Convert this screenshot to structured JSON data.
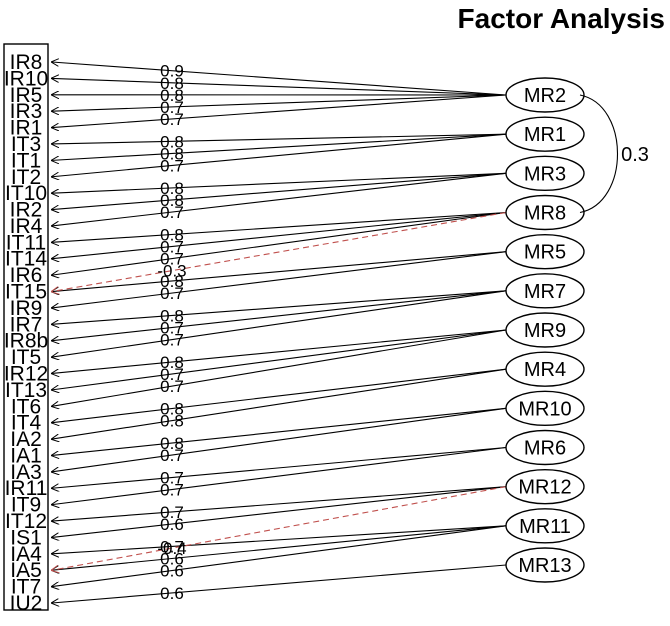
{
  "diagram": {
    "title": "Factor Analysis",
    "variables": [
      "IR8",
      "IR10",
      "IR5",
      "IR3",
      "IR1",
      "IT3",
      "IT1",
      "IT2",
      "IT10",
      "IR2",
      "IR4",
      "IT11",
      "IT14",
      "IR6",
      "IT15",
      "IR9",
      "IR7",
      "IR8b",
      "IT5",
      "IR12",
      "IT13",
      "IT6",
      "IT4",
      "IA2",
      "IA1",
      "IA3",
      "IR11",
      "IT9",
      "IT12",
      "IS1",
      "IA4",
      "IA5",
      "IT7",
      "IU2"
    ],
    "factors": [
      {
        "name": "MR2",
        "vars": [
          0,
          1,
          2,
          3,
          4
        ],
        "loadings": [
          "0.9",
          "0.8",
          "0.8",
          "0.7",
          "0.7"
        ]
      },
      {
        "name": "MR1",
        "vars": [
          5,
          6,
          7
        ],
        "loadings": [
          "0.8",
          "0.8",
          "0.7"
        ]
      },
      {
        "name": "MR3",
        "vars": [
          8,
          9,
          10
        ],
        "loadings": [
          "0.8",
          "0.8",
          "0.7"
        ]
      },
      {
        "name": "MR8",
        "vars": [
          11,
          12,
          13
        ],
        "loadings": [
          "0.8",
          "0.7",
          "0.7"
        ]
      },
      {
        "name": "MR5",
        "vars": [
          14,
          15
        ],
        "loadings": [
          "0.8",
          "0.7"
        ]
      },
      {
        "name": "MR7",
        "vars": [
          16,
          17,
          18
        ],
        "loadings": [
          "0.8",
          "0.7",
          "0.7"
        ]
      },
      {
        "name": "MR9",
        "vars": [
          19,
          20,
          21
        ],
        "loadings": [
          "0.8",
          "0.7",
          "0.7"
        ]
      },
      {
        "name": "MR4",
        "vars": [
          22,
          23
        ],
        "loadings": [
          "0.8",
          "0.8"
        ]
      },
      {
        "name": "MR10",
        "vars": [
          24,
          25
        ],
        "loadings": [
          "0.8",
          "0.7"
        ]
      },
      {
        "name": "MR6",
        "vars": [
          26,
          27
        ],
        "loadings": [
          "0.7",
          "0.7"
        ]
      },
      {
        "name": "MR12",
        "vars": [
          28,
          29
        ],
        "loadings": [
          "0.7",
          "0.6"
        ]
      },
      {
        "name": "MR11",
        "vars": [
          30,
          31,
          32
        ],
        "loadings": [
          "0.7",
          "0.6",
          "0.6"
        ]
      },
      {
        "name": "MR13",
        "vars": [
          33
        ],
        "loadings": [
          "0.6"
        ]
      }
    ],
    "cross_loadings": [
      {
        "var": 14,
        "factor": 3,
        "loading": "-0.3",
        "color": "#c0504d"
      },
      {
        "var": 31,
        "factor": 10,
        "loading": "-0.4",
        "color": "#c0504d"
      }
    ],
    "correlations": [
      {
        "from": 0,
        "to": 3,
        "value": "0.3"
      }
    ],
    "colors": {
      "line": "#000000",
      "negative": "#c0504d"
    }
  }
}
